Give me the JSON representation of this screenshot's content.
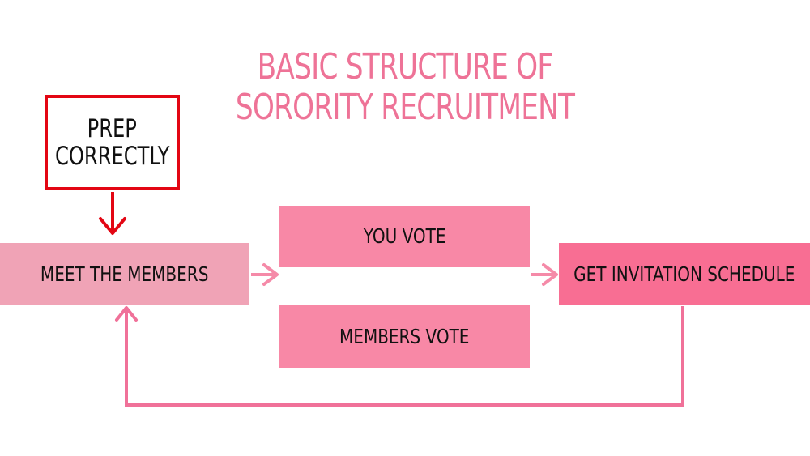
{
  "title": {
    "line1": "BASIC STRUCTURE OF",
    "line2": "SORORITY RECRUITMENT"
  },
  "nodes": {
    "prep": {
      "line1": "PREP",
      "line2": "CORRECTLY"
    },
    "meet": "MEET THE MEMBERS",
    "you_vote": "YOU VOTE",
    "members_vote": "MEMBERS VOTE",
    "invitation": "GET INVITATION SCHEDULE"
  },
  "colors": {
    "title": "#ee7397",
    "prep_border": "#e30613",
    "meet_fill": "#f0a3b6",
    "vote_fill": "#f888a6",
    "invite_fill": "#f86e93",
    "arrow_pink": "#f58aa8",
    "loop_line": "#f07199",
    "prep_arrow": "#e30613"
  }
}
